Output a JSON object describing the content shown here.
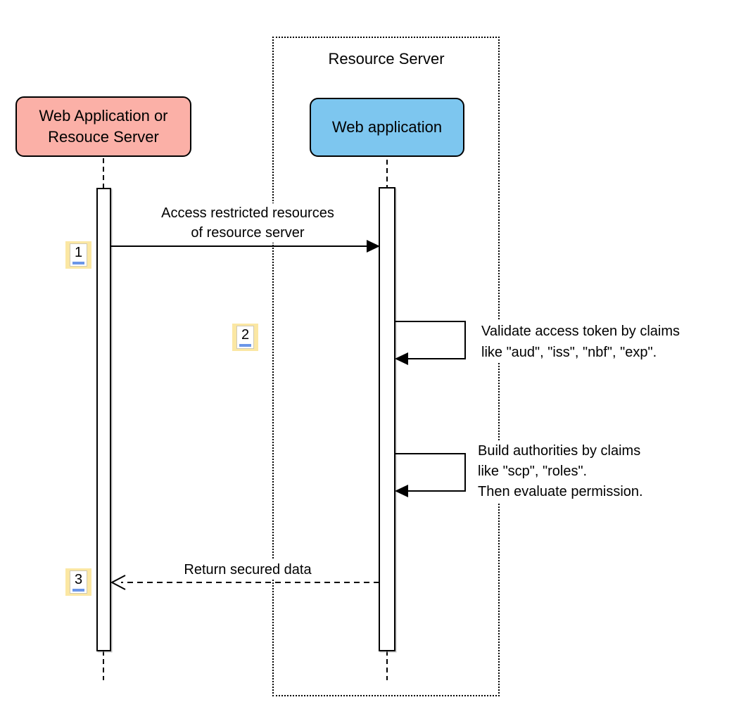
{
  "boundary_title": "Resource Server",
  "actor_left": {
    "line1": "Web Application or",
    "line2": "Resouce Server"
  },
  "actor_right": {
    "label": "Web application"
  },
  "msg1": {
    "num": "1",
    "line1": "Access restricted resources",
    "line2": "of resource server"
  },
  "msg2": {
    "num": "2",
    "line1": "Validate access token by claims",
    "line2": "like \"aud\", \"iss\", \"nbf\", \"exp\"."
  },
  "msg_build": {
    "line1": "Build authorities by claims",
    "line2": "like \"scp\", \"roles\".",
    "line3": "Then evaluate permission."
  },
  "msg3": {
    "num": "3",
    "label": "Return secured data"
  },
  "colors": {
    "actor_left_fill": "#fbb0a7",
    "actor_right_fill": "#7dc6ef",
    "badge_fill": "#fbe7a3",
    "badge_underline": "#6b96e8",
    "stroke": "#000000",
    "background": "#ffffff"
  }
}
